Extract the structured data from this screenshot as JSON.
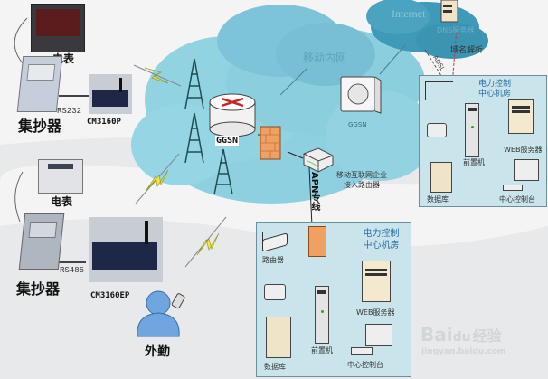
{
  "diagram": {
    "left_sites": [
      {
        "meter_label": "电表",
        "collector_label": "集抄器",
        "interface_label": "RS232",
        "device_label": "CM3160P"
      },
      {
        "meter_label": "电表",
        "collector_label": "集抄器",
        "interface_label": "RS485",
        "device_label": "CM3160EP"
      }
    ],
    "field_worker_label": "外勤",
    "mobile_cloud": {
      "label": "移动内网",
      "ggsn_label": "GGSN",
      "sgsn_label": "GGSN",
      "router_label_line1": "移动互联网企业",
      "router_label_line2": "接入路由器"
    },
    "internet_cloud": {
      "label": "Internet",
      "dns_label": "DNS服务器",
      "dns_short": "DNS",
      "domain_resolution_label": "域名解析",
      "adsl_label": "ADSL"
    },
    "apn_line_label": "APN专线",
    "control_room_top": {
      "title_line1": "电力控制",
      "title_line2": "中心机房",
      "web_server": "WEB服务器",
      "front_end": "前置机",
      "database": "数据库",
      "console": "中心控制台"
    },
    "control_room_bottom": {
      "title_line1": "电力控制",
      "title_line2": "中心机房",
      "router": "路由器",
      "web_server": "WEB服务器",
      "front_end": "前置机",
      "database": "数据库",
      "console": "中心控制台"
    },
    "watermark": {
      "brand": "Bai",
      "brand_du": "du",
      "brand_cn": "经验",
      "url": "jingyan.baidu.com"
    },
    "colors": {
      "cloud": "#8fd0e0",
      "cloud_dark": "#3e9ab8",
      "room_fill": "#c9e4ea",
      "lightning": "#f2ea3a",
      "firewall": "#f0a060",
      "tower": "#1f4f55"
    }
  }
}
